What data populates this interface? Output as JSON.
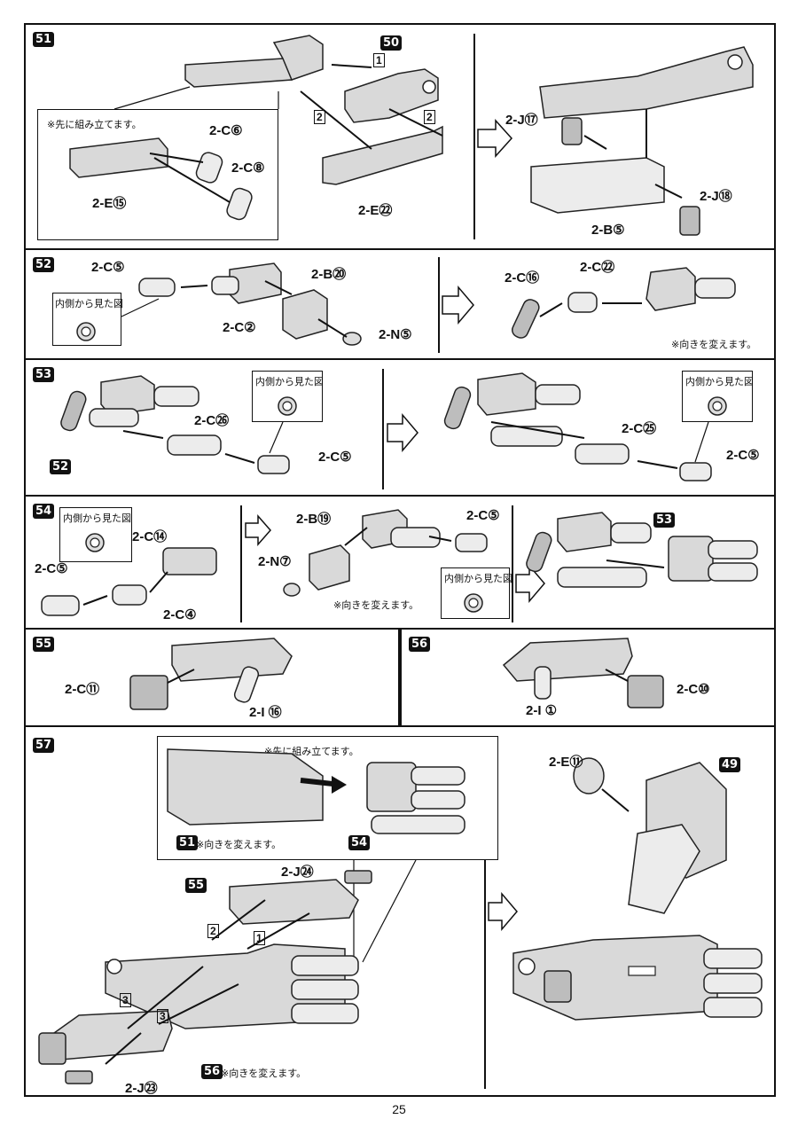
{
  "page_number": "25",
  "notes": {
    "assemble_first": "※先に組み立てます。",
    "change_direction": "※向きを変えます。",
    "inside_view": "内側から見た図"
  },
  "steps": {
    "s51": {
      "number": "51",
      "ref": "50",
      "labels": [
        "2-C⑥",
        "2-C⑧",
        "2-E⑮",
        "2-E㉒",
        "2-J⑰",
        "2-J⑱",
        "2-B⑤"
      ],
      "order": [
        "1",
        "2",
        "2"
      ]
    },
    "s52": {
      "number": "52",
      "labels": [
        "2-C⑤",
        "2-C②",
        "2-B⑳",
        "2-N⑤",
        "2-C⑯",
        "2-C㉒"
      ]
    },
    "s53": {
      "number": "53",
      "ref": "52",
      "labels": [
        "2-C㉖",
        "2-C⑤",
        "2-C㉕",
        "2-C⑤"
      ]
    },
    "s54": {
      "number": "54",
      "ref": "53",
      "labels": [
        "2-C⑤",
        "2-C⑭",
        "2-C④",
        "2-B⑲",
        "2-N⑦",
        "2-C⑤"
      ]
    },
    "s55": {
      "number": "55",
      "labels": [
        "2-C⑪",
        "2-I ⑯"
      ]
    },
    "s56": {
      "number": "56",
      "labels": [
        "2-I ①",
        "2-C⑩"
      ]
    },
    "s57": {
      "number": "57",
      "refs": [
        "51",
        "54",
        "55",
        "56",
        "49"
      ],
      "labels": [
        "2-J㉔",
        "2-J㉓",
        "2-E⑪"
      ],
      "order": [
        "1",
        "2",
        "3",
        "3"
      ]
    }
  }
}
